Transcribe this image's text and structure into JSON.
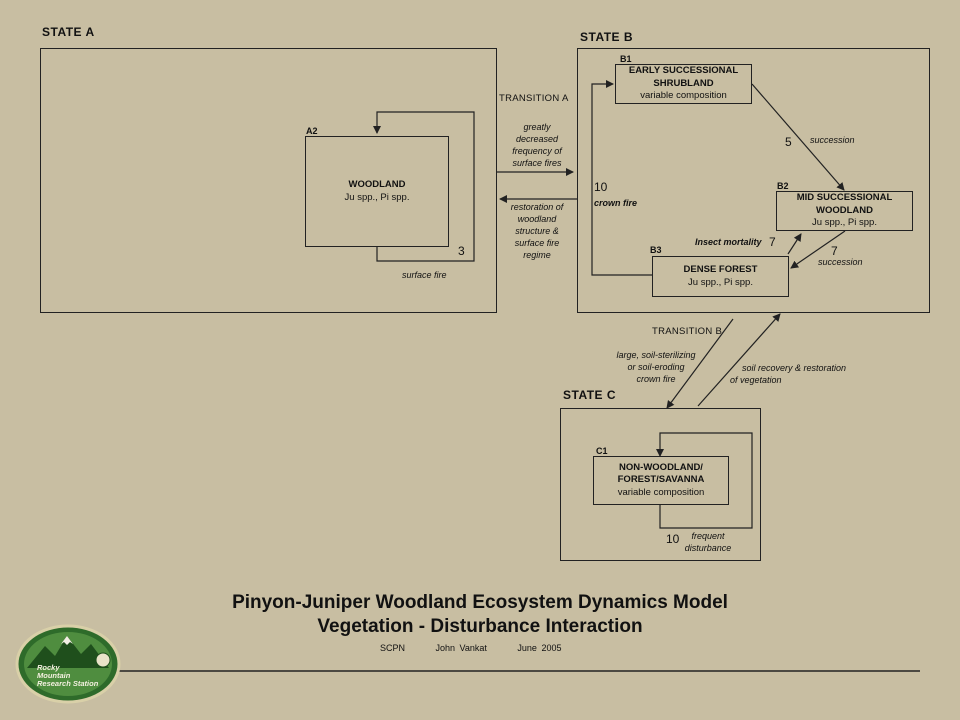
{
  "states": {
    "a": {
      "label": "STATE A"
    },
    "b": {
      "label": "STATE B"
    },
    "c": {
      "label": "STATE C"
    }
  },
  "nodes": {
    "a2": {
      "code": "A2",
      "title": "WOODLAND",
      "subtitle": "Ju spp., Pi spp."
    },
    "b1": {
      "code": "B1",
      "title_line1": "EARLY SUCCESSIONAL",
      "title_line2": "SHRUBLAND",
      "subtitle": "variable composition"
    },
    "b2": {
      "code": "B2",
      "title_line1": "MID SUCCESSIONAL",
      "title_line2": "WOODLAND",
      "subtitle": "Ju spp., Pi spp."
    },
    "b3": {
      "code": "B3",
      "title": "DENSE FOREST",
      "subtitle": "Ju spp., Pi spp."
    },
    "c1": {
      "code": "C1",
      "title_line1": "NON-WOODLAND/",
      "title_line2": "FOREST/SAVANNA",
      "subtitle": "variable composition"
    }
  },
  "transitions": {
    "a_label": "TRANSITION A",
    "a_forward": [
      "greatly",
      "decreased",
      "frequency of",
      "surface fires"
    ],
    "a_back": [
      "restoration of",
      "woodland",
      "structure &",
      "surface fire",
      "regime"
    ],
    "b_label": "TRANSITION B",
    "b_forward": [
      "large, soil-sterilizing",
      "or soil-eroding",
      "crown fire"
    ],
    "b_back": [
      "soil recovery & restoration",
      "of vegetation"
    ]
  },
  "loops": {
    "a2_label": "surface fire",
    "a2_num": "3",
    "b1_b2_label": "succession",
    "b1_b2_num": "5",
    "b2_b3_label": "succession",
    "b2_b3_num": "7",
    "b3_b2_label": "Insect mortality",
    "b3_b2_num": "7",
    "b3_b1_label": "crown fire",
    "b3_b1_num": "10",
    "c1_label_line1": "frequent",
    "c1_label_line2": "disturbance",
    "c1_num": "10"
  },
  "footer": {
    "title_line1": "Pinyon-Juniper Woodland Ecosystem Dynamics Model",
    "title_line2": "Vegetation - Disturbance Interaction",
    "credit_org": "SCPN",
    "credit_author": "John Vankat",
    "credit_date": "June  2005",
    "logo_line1": "Rocky",
    "logo_line2": "Mountain",
    "logo_line3": "Research Station"
  },
  "colors": {
    "background": "#c8bea2",
    "ink": "#222222",
    "logo_green": "#2e6b2a"
  }
}
